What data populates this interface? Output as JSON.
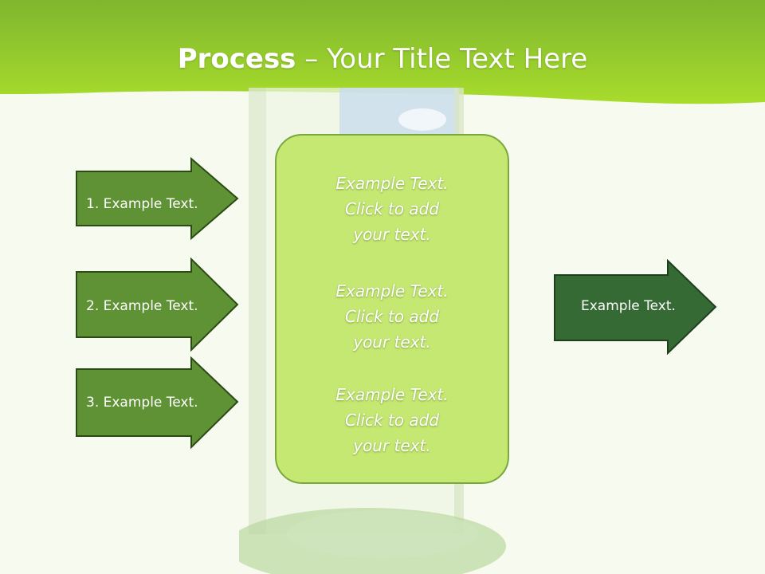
{
  "title": {
    "bold": "Process",
    "rest": " – Your Title Text Here"
  },
  "left_steps": [
    {
      "label": "1. Example Text."
    },
    {
      "label": "2. Example Text."
    },
    {
      "label": "3. Example Text."
    }
  ],
  "center_box": {
    "blocks": [
      {
        "line1": "Example Text.",
        "line2": "Click  to add",
        "line3": "your text."
      },
      {
        "line1": "Example Text.",
        "line2": "Click  to add",
        "line3": "your text."
      },
      {
        "line1": "Example Text.",
        "line2": "Click  to add",
        "line3": "your text."
      }
    ]
  },
  "output": {
    "label": "Example Text."
  },
  "colors": {
    "header_green": "#8cc63e",
    "step_arrow_fill": "#5e9234",
    "output_arrow_fill": "#356a34",
    "center_box_fill": "#c5e873"
  }
}
